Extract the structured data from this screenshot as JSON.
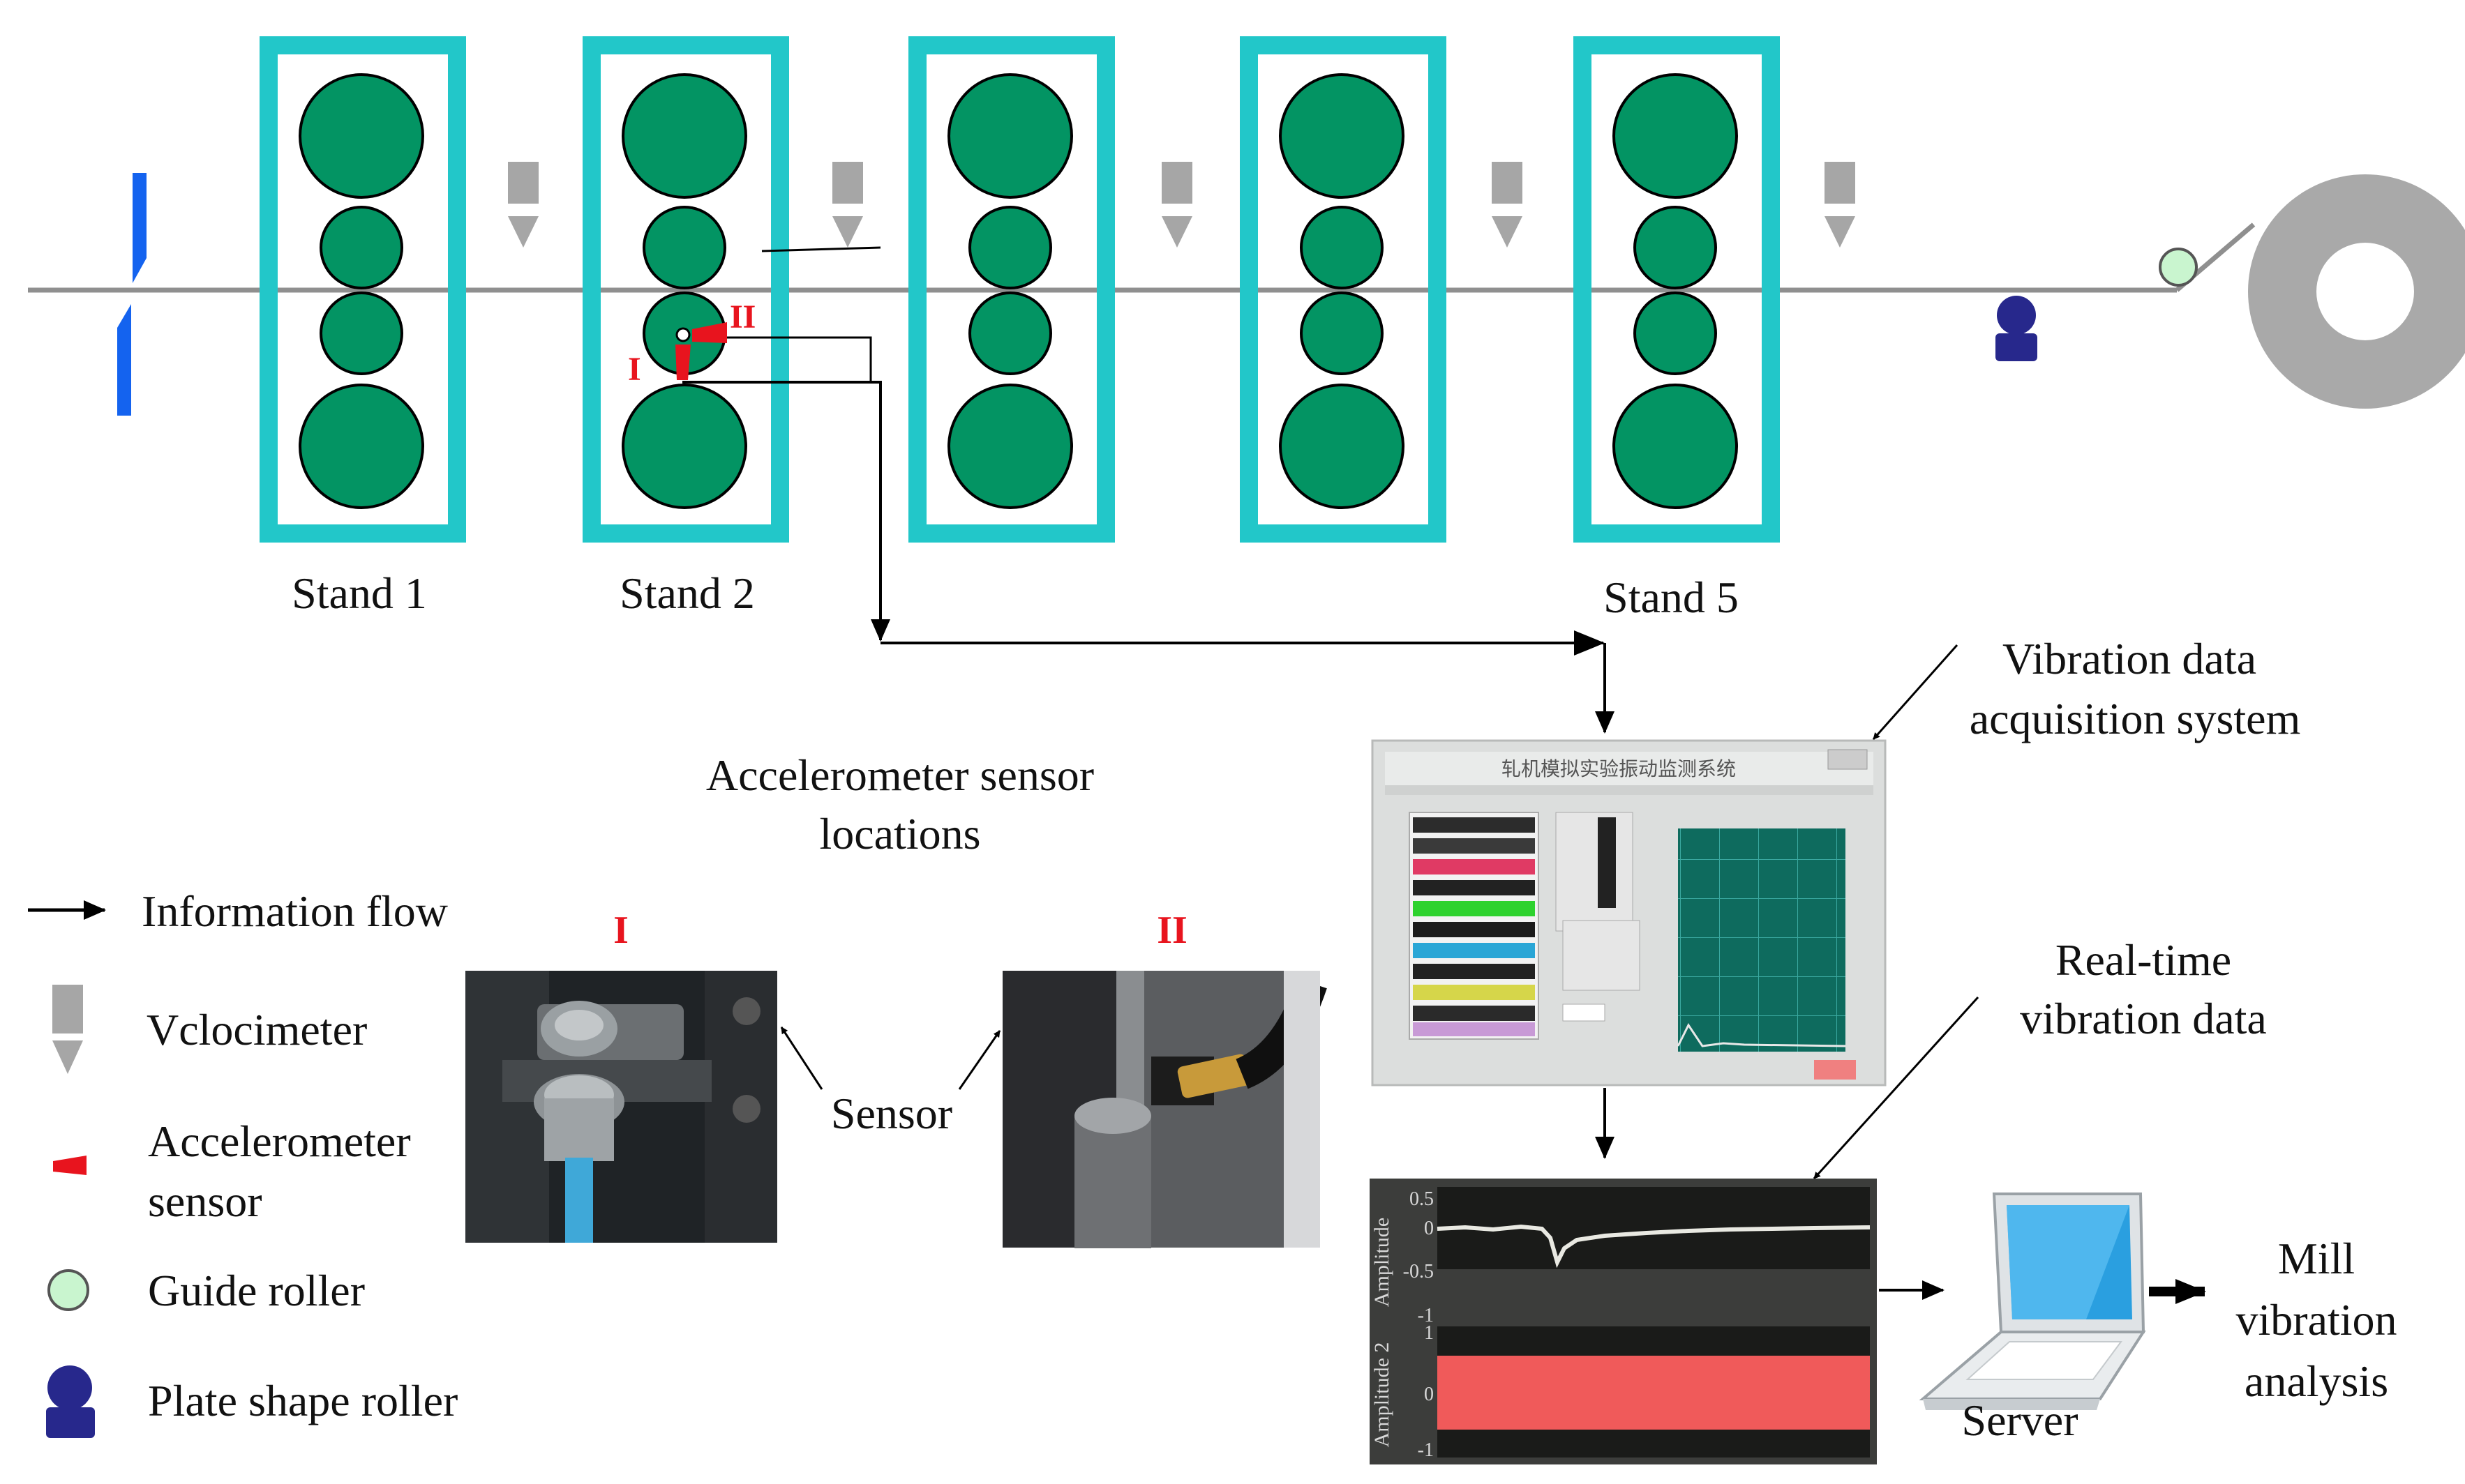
{
  "colors": {
    "stand_frame": "#22c7c9",
    "roll": "#039463",
    "strip": "#8f8f8f",
    "velocimeter": "#a6a6a6",
    "accent_red": "#e8141e",
    "guide_roller": "#c9f5cf",
    "shape_roller": "#27288c",
    "cutter": "#1463ef",
    "coil": "#a9a9a9"
  },
  "stands": {
    "stand1": "Stand 1",
    "stand2": "Stand 2",
    "stand5": "Stand 5"
  },
  "markers": {
    "I": "I",
    "II": "II"
  },
  "sensor_locations": {
    "title_line1": "Accelerometer sensor",
    "title_line2": "locations",
    "photo1_label": "I",
    "photo2_label": "II",
    "sensor_label": "Sensor"
  },
  "legend": {
    "info_flow": "Information flow",
    "velocimeter": "Vclocimeter",
    "accel_line1": "Accelerometer",
    "accel_line2": "sensor",
    "guide_roller": "Guide roller",
    "plate_shape_roller": "Plate shape roller"
  },
  "acquisition": {
    "label_line1": "Vibration data",
    "label_line2": "acquisition system",
    "window_title": "轧机模拟实验振动监测系统"
  },
  "realtime": {
    "label_line1": "Real-time",
    "label_line2": "vibration data",
    "amp1_label": "Amplitude",
    "amp2_label": "Amplitude 2",
    "ticks_top": [
      "0.5",
      "0",
      "-0.5",
      "-1"
    ],
    "ticks_bottom": [
      "1",
      "0",
      "-1"
    ]
  },
  "server_label": "Server",
  "analysis": {
    "line1": "Mill",
    "line2": "vibration",
    "line3": "analysis"
  }
}
